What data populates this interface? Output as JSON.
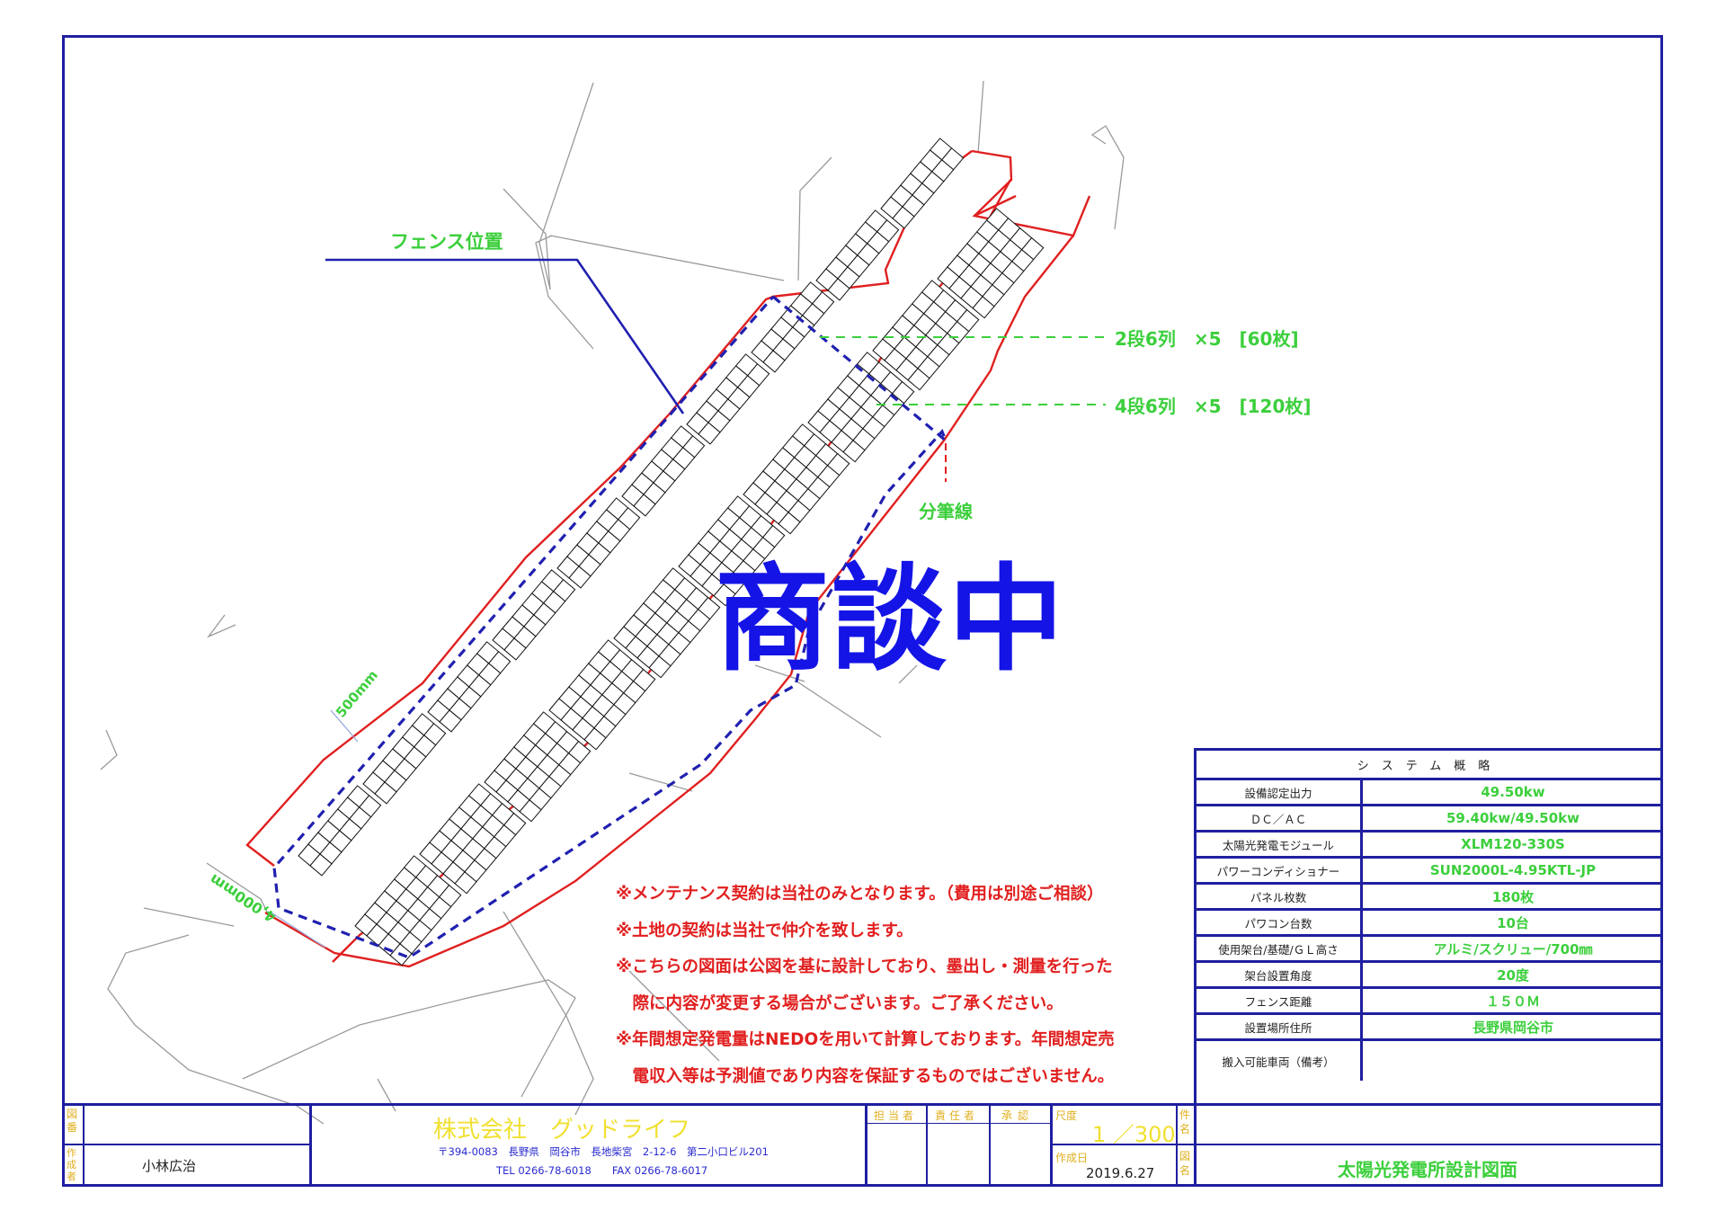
{
  "labels": {
    "fence_position": "フェンス位置",
    "row_2": "2段6列　×5　[60枚]",
    "row_4": "4段6列　×5　[120枚]",
    "parcel_line": "分筆線",
    "dim_500": "500mm",
    "dim_4000": "4,000mm"
  },
  "stamp": "商談中",
  "notes": [
    "※メンテナンス契約は当社のみとなります。（費用は別途ご相談）",
    "※土地の契約は当社で仲介を致します。",
    "※こちらの図面は公図を基に設計しており、墨出し・測量を行った",
    "　際に内容が変更する場合がございます。ご了承ください。",
    "※年間想定発電量はNEDOを用いて計算しております。年間想定売",
    "　電収入等は予測値であり内容を保証するものではございません。"
  ],
  "system_summary": {
    "title": "システム概略",
    "rows": [
      {
        "key": "設備認定出力",
        "value": "49.50kw"
      },
      {
        "key": "ＤＣ／ＡＣ",
        "value": "59.40kw/49.50kw"
      },
      {
        "key": "太陽光発電モジュール",
        "value": "XLM120-330S"
      },
      {
        "key": "パワーコンディショナー",
        "value": "SUN2000L-4.95KTL-JP"
      },
      {
        "key": "パネル枚数",
        "value": "180枚"
      },
      {
        "key": "パワコン台数",
        "value": "10台"
      },
      {
        "key": "使用架台/基礎/ＧＬ高さ",
        "value": "アルミ/スクリュー/700㎜"
      },
      {
        "key": "架台設置角度",
        "value": "20度"
      },
      {
        "key": "フェンス距離",
        "value": "１５０Ｍ"
      },
      {
        "key": "設置場所住所",
        "value": "長野県岡谷市"
      },
      {
        "key": "搬入可能車両（備考）",
        "value": ""
      }
    ]
  },
  "title_block": {
    "drawing_no_label": "図番",
    "author_label": "作成者",
    "author": "小林広治",
    "company": "株式会社　グッドライフ",
    "address": "〒394-0083　長野県　岡谷市　長地柴宮　2-12-6　第二小口ビル201",
    "contact": "TEL 0266-78-6018　　FAX 0266-78-6017",
    "staff_label": "担当者",
    "manager_label": "責任者",
    "approval_label": "承認",
    "scale_label": "尺度",
    "scale": "1 ／300",
    "date_label": "作成日",
    "date": "2019.6.27",
    "project_label": "件名",
    "drawing_name_label": "図名",
    "drawing_name": "太陽光発電所設計図面"
  },
  "colors": {
    "frame": "#1f1fa0",
    "boundary": "#e02020",
    "fence": "#2020b0",
    "annotation": "#3ccf3c",
    "stamp": "#1414e6",
    "note": "#e11f1f"
  }
}
